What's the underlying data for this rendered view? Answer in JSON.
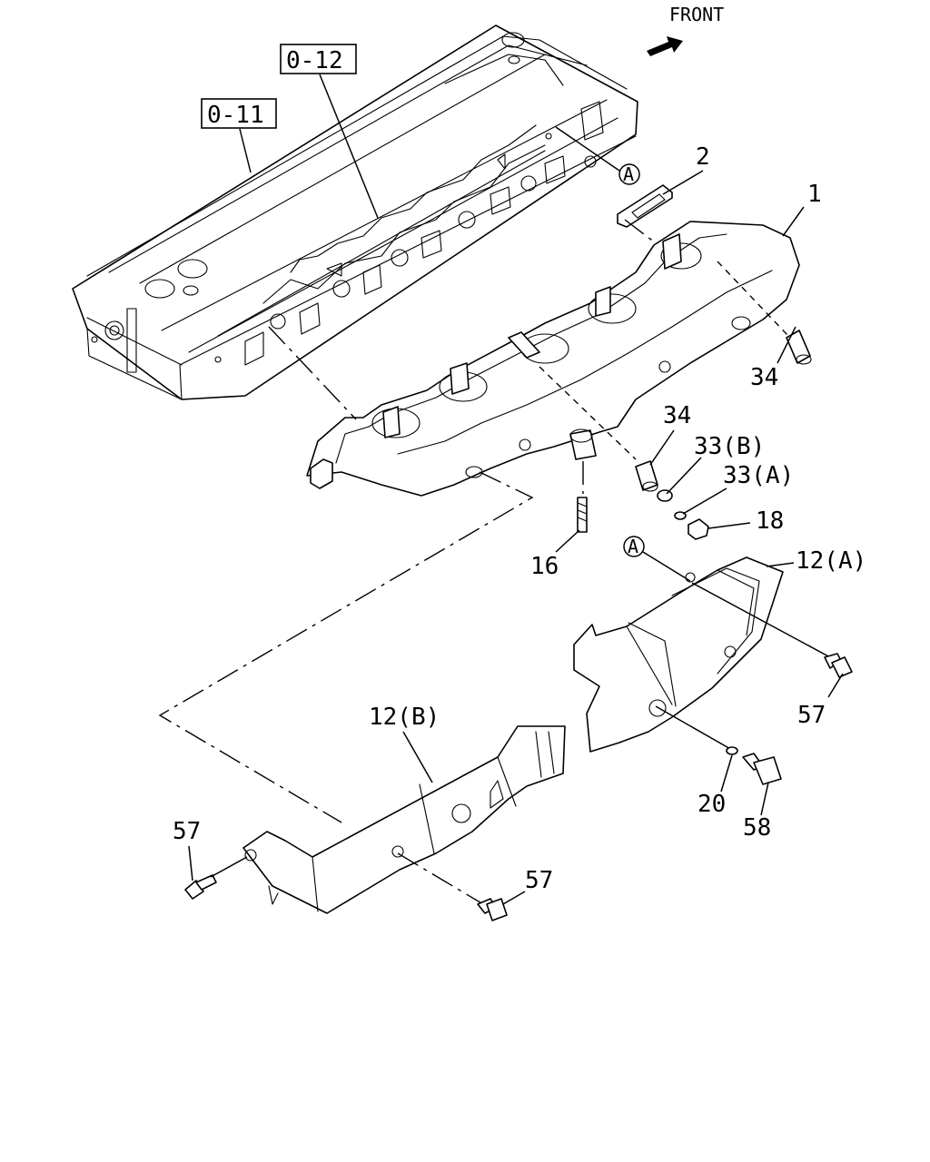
{
  "diagram": {
    "front_label": "FRONT",
    "references": [
      {
        "id": "ref-0-12",
        "text": "0-12"
      },
      {
        "id": "ref-0-11",
        "text": "0-11"
      }
    ],
    "circle_markers": [
      "A",
      "A"
    ],
    "callouts": [
      {
        "id": "c2",
        "text": "2"
      },
      {
        "id": "c1",
        "text": "1"
      },
      {
        "id": "c34a",
        "text": "34"
      },
      {
        "id": "c34b",
        "text": "34"
      },
      {
        "id": "c33b",
        "text": "33(B)"
      },
      {
        "id": "c33a",
        "text": "33(A)"
      },
      {
        "id": "c18",
        "text": "18"
      },
      {
        "id": "c16",
        "text": "16"
      },
      {
        "id": "c12a",
        "text": "12(A)"
      },
      {
        "id": "c57a",
        "text": "57"
      },
      {
        "id": "c12b",
        "text": "12(B)"
      },
      {
        "id": "c20",
        "text": "20"
      },
      {
        "id": "c58",
        "text": "58"
      },
      {
        "id": "c57b",
        "text": "57"
      },
      {
        "id": "c57c",
        "text": "57"
      }
    ]
  }
}
